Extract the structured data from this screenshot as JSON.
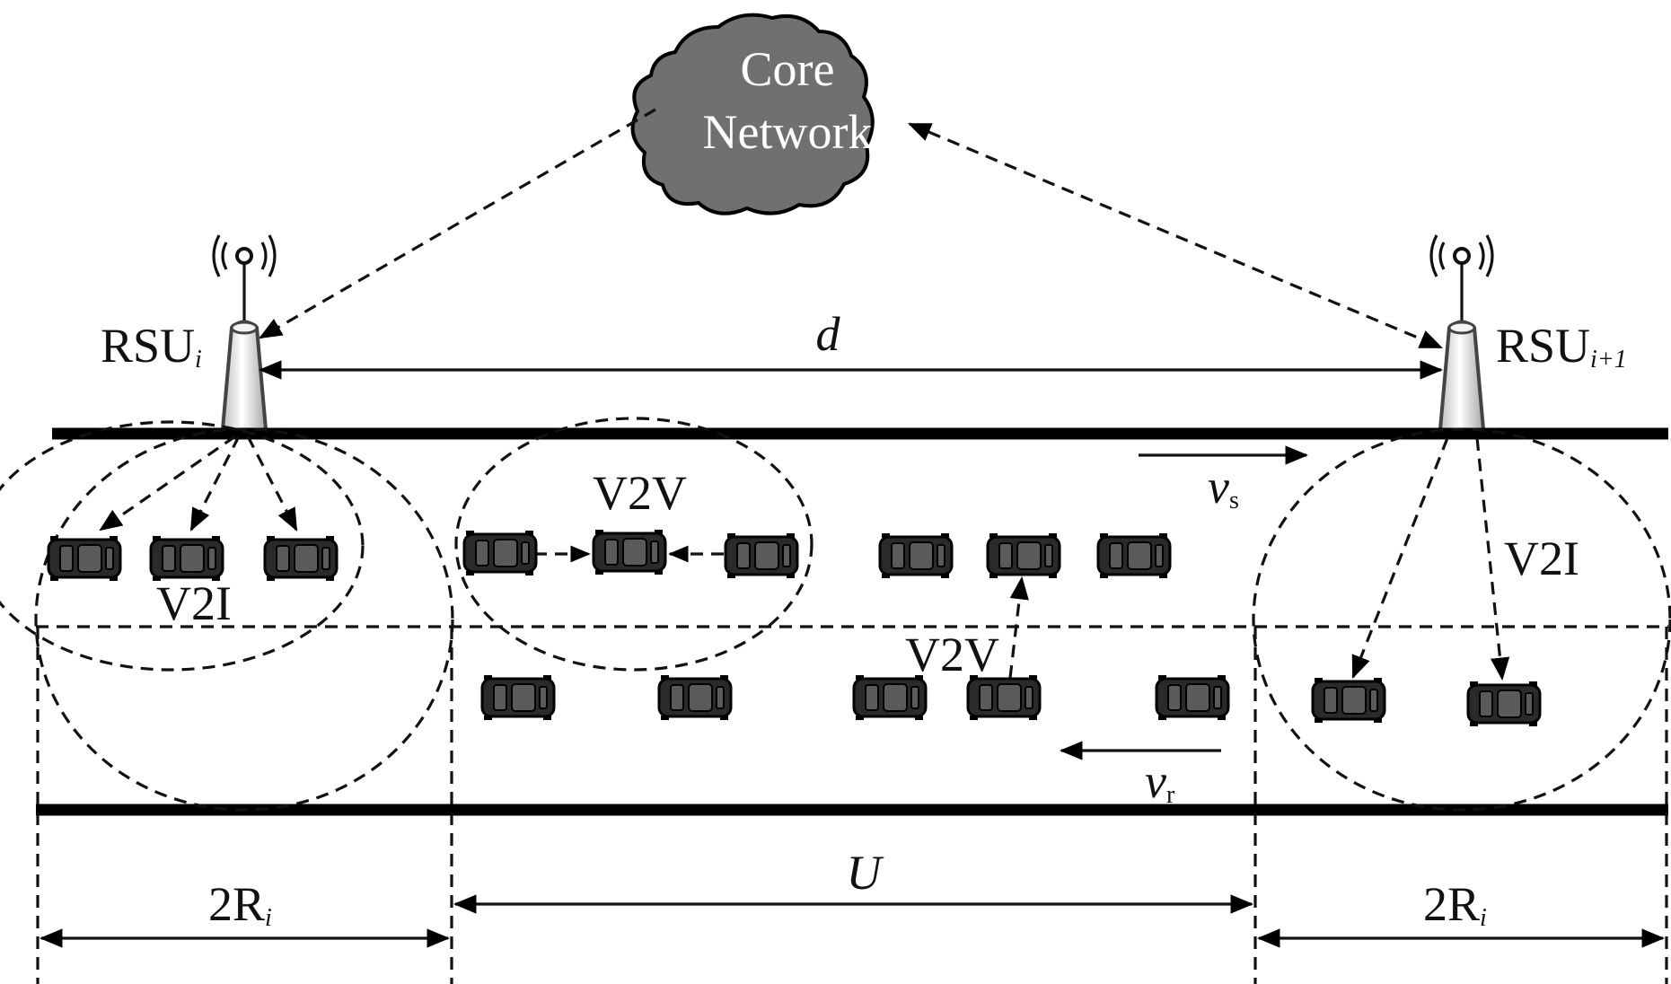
{
  "cloud": {
    "line1": "Core",
    "line2": "Network"
  },
  "rsu_left": {
    "base": "RSU",
    "sub": "i"
  },
  "rsu_right": {
    "base": "RSU",
    "sub": "i+1"
  },
  "distance_label": "d",
  "speed_top": {
    "base": "v",
    "sub": "s"
  },
  "speed_bottom": {
    "base": "v",
    "sub": "r"
  },
  "link_labels": {
    "v2i_left": "V2I",
    "v2v_top": "V2V",
    "v2v_middle": "V2V",
    "v2i_right": "V2I"
  },
  "dimensions": {
    "left": {
      "base": "2R",
      "sub": "i"
    },
    "middle": "U",
    "right": {
      "base": "2R",
      "sub": "i"
    }
  },
  "colors": {
    "cloud_fill": "#707070",
    "car_fill": "#2a2a2a",
    "road": "#000000",
    "rsu_tower": "#e9e9e9"
  },
  "icons": [
    "cloud-icon",
    "antenna-icon",
    "car-icon"
  ]
}
